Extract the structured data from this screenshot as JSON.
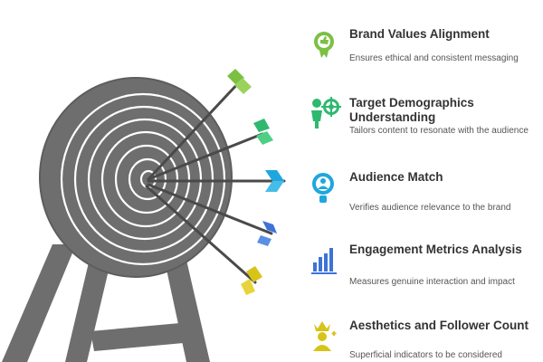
{
  "items": [
    {
      "title": "Brand Values Alignment",
      "desc": "Ensures ethical and consistent messaging",
      "color": "#7cc043",
      "icon": "thumbs-up-badge-icon"
    },
    {
      "title": "Target Demographics Understanding",
      "desc": "Tailors content to resonate with the audience",
      "color": "#2fb86f",
      "icon": "target-person-icon"
    },
    {
      "title": "Audience Match",
      "desc": "Verifies audience relevance to the brand",
      "color": "#1fa7dd",
      "icon": "magnifier-person-icon"
    },
    {
      "title": "Engagement Metrics Analysis",
      "desc": "Measures genuine interaction and impact",
      "color": "#3d73d8",
      "icon": "bar-chart-icon"
    },
    {
      "title": "Aesthetics and Follower Count",
      "desc": "Superficial indicators to be considered",
      "color": "#d8c318",
      "icon": "crown-person-icon"
    }
  ],
  "target_color": "#6e6e6e"
}
